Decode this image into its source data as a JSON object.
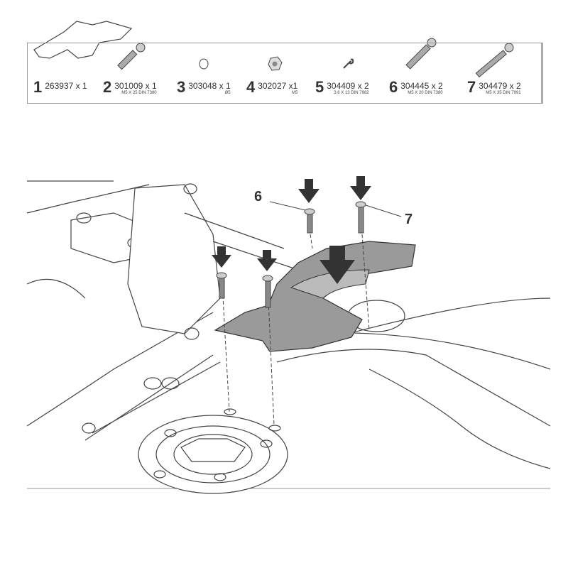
{
  "parts": [
    {
      "num": "1",
      "code": "263937 x 1",
      "spec": ""
    },
    {
      "num": "2",
      "code": "301009 x 1",
      "spec": "M5 X 25 DIN 7380"
    },
    {
      "num": "3",
      "code": "303048 x 1",
      "spec": "Ø5"
    },
    {
      "num": "4",
      "code": "302027 x1",
      "spec": "M5"
    },
    {
      "num": "5",
      "code": "304409 x 2",
      "spec": "3,6 X 13 DIN 7982"
    },
    {
      "num": "6",
      "code": "304445 x 2",
      "spec": "M5 X 20 DIN 7380"
    },
    {
      "num": "7",
      "code": "304479 x 2",
      "spec": "M5 X 35 DIN 7991"
    }
  ],
  "callouts": {
    "a": "6",
    "b": "7"
  },
  "colors": {
    "plate": "#9a9a9a",
    "arrow": "#333333",
    "line": "#444444"
  }
}
